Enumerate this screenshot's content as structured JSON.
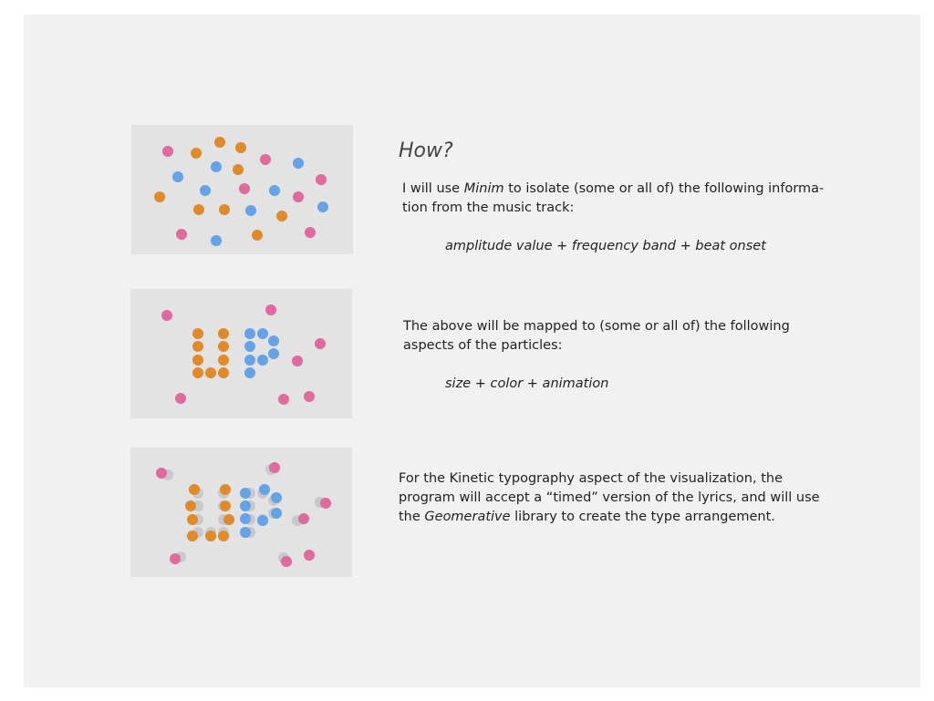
{
  "heading": "How?",
  "para1": {
    "pre": "I will use ",
    "em": "Minim",
    "line1_post": " to isolate (some or all of) the following informa-",
    "line2": "tion from the music track:"
  },
  "formula1": "amplitude value + frequency band + beat onset",
  "para2": {
    "line1": "The above will be mapped to (some or all of) the following",
    "line2": "aspects of the particles:"
  },
  "formula2": "size + color + animation",
  "para3": {
    "line1": "For the Kinetic typography aspect of the visualization, the",
    "line2": "program will accept a “timed” version of the lyrics, and will use",
    "line3_pre": "the ",
    "line3_em": "Geomerative",
    "line3_post": "  library to create the type arrangement."
  },
  "colors": {
    "slide_background": "#f1f1f1",
    "panel_background": "#e3e3e3",
    "particle_pink": "#e0699e",
    "particle_orange": "#e08a2a",
    "particle_blue": "#66a2e6",
    "particle_ghost": "#c7c9cc"
  },
  "panels": [
    {
      "name": "scattered-particles",
      "particle_colors": [
        "pink",
        "orange",
        "blue"
      ]
    },
    {
      "name": "letter-particles",
      "particle_colors": [
        "pink",
        "orange",
        "blue"
      ]
    },
    {
      "name": "letter-particles-with-ghosts",
      "particle_colors": [
        "pink",
        "orange",
        "blue",
        "ghost"
      ]
    }
  ]
}
